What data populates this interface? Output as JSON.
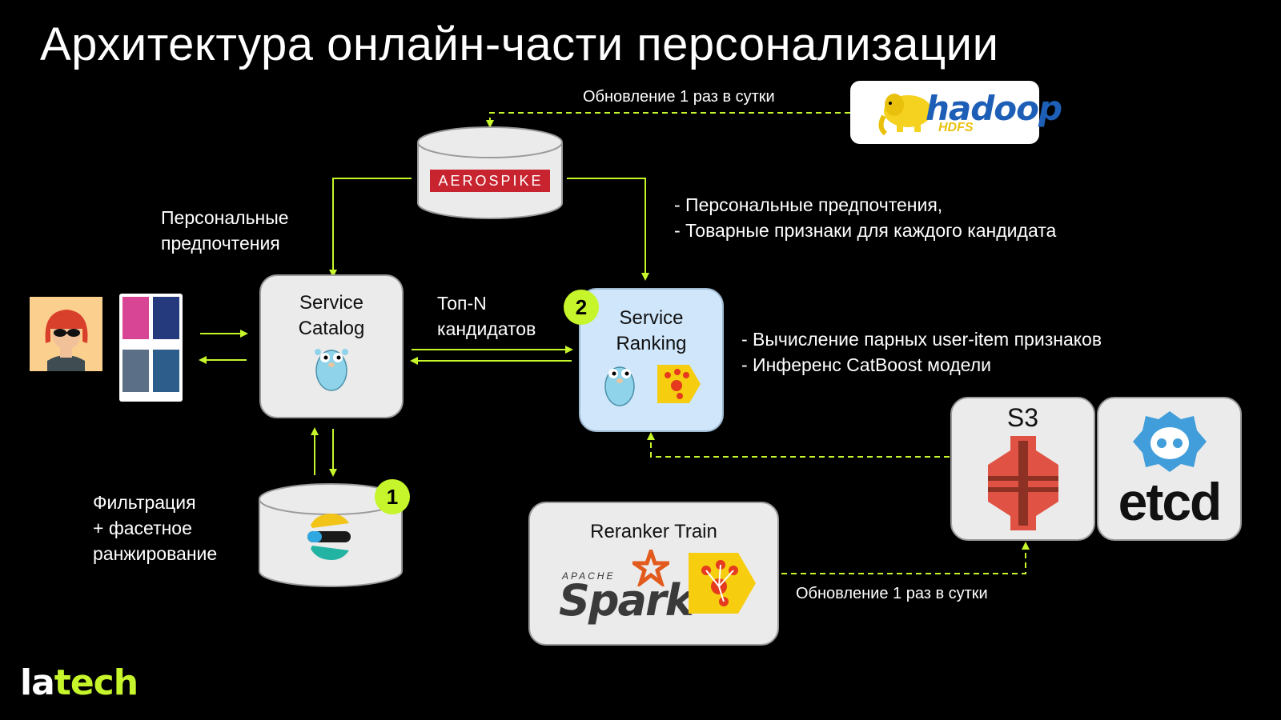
{
  "title": "Архитектура онлайн-части персонализации",
  "top_update": "Обновление 1 раз в сутки",
  "bottom_update": "Обновление 1 раз в сутки",
  "aerospike_label": "AEROSPIKE",
  "hadoop_label": "hadoop",
  "hdfs_label": "HDFS",
  "left_pref": [
    "Персональные",
    "предпочтения"
  ],
  "right_pref": [
    "- Персональные предпочтения,",
    "- Товарные признаки для каждого кандидата"
  ],
  "topn": [
    "Топ-N",
    "кандидатов"
  ],
  "catalog": [
    "Service",
    "Catalog"
  ],
  "ranking": [
    "Service",
    "Ranking"
  ],
  "ranking_notes": [
    "- Вычисление парных user-item признаков",
    "- Инференс CatBoost модели"
  ],
  "filter_notes": [
    "Фильтрация",
    "+ фасетное",
    "ранжирование"
  ],
  "badge_ranking": "2",
  "badge_elastic": "1",
  "reranker": "Reranker Train",
  "spark_apache": "APACHE",
  "spark": "Spark",
  "s3": "S3",
  "etcd": "etcd",
  "logo": "latech",
  "colors": {
    "arrow": "#c5f52a",
    "accent": "#c5f52a",
    "aerospike": "#c8242f"
  }
}
